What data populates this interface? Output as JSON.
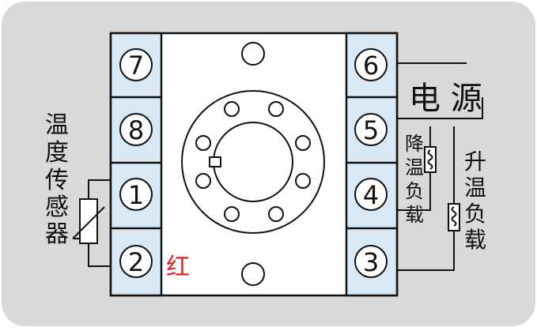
{
  "diagram": {
    "terminals": [
      "7",
      "8",
      "1",
      "2",
      "6",
      "5",
      "4",
      "3"
    ],
    "labels": {
      "power": "电 源",
      "temperature_sensor": [
        "温",
        "度",
        "传",
        "感",
        "器"
      ],
      "cooling_load": [
        "降",
        "温",
        "负",
        "载"
      ],
      "heating_load": [
        "升",
        "温",
        "负",
        "载"
      ],
      "red_wire": "红"
    },
    "colors": {
      "background": "#d9d9d9",
      "terminal_fill": "#d8e8f5",
      "line": "#111111",
      "red_label": "#e02020"
    }
  }
}
